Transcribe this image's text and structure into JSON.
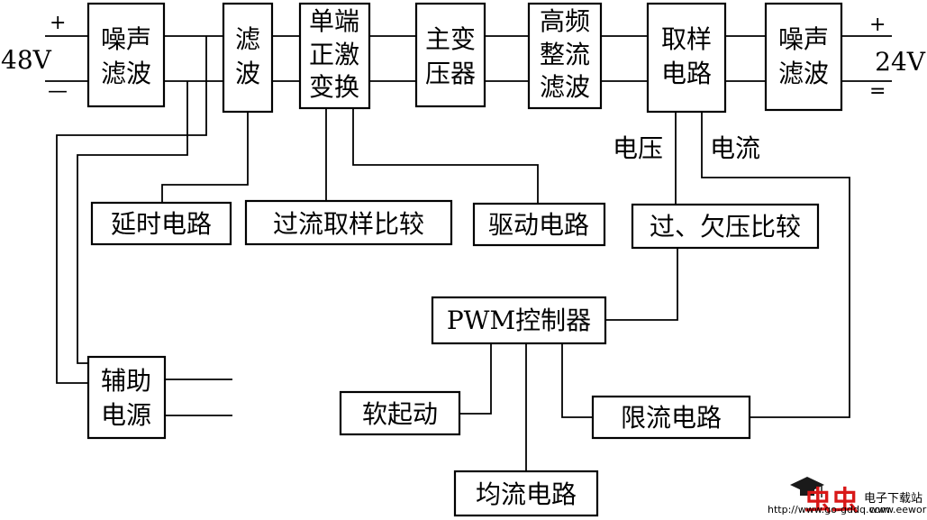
{
  "input": {
    "voltage": "48V",
    "plus": "+",
    "minus": "—"
  },
  "output": {
    "voltage": "24V",
    "plus": "+",
    "minus": "="
  },
  "blocks": {
    "noise_in": [
      "噪声",
      "滤波"
    ],
    "filter": [
      "滤",
      "波"
    ],
    "converter": [
      "单端",
      "正激",
      "变换"
    ],
    "transformer": [
      "主变",
      "压器"
    ],
    "rectifier": [
      "高频",
      "整流",
      "滤波"
    ],
    "sampling": [
      "取样",
      "电路"
    ],
    "noise_out": [
      "噪声",
      "滤波"
    ],
    "delay": "延时电路",
    "overcurrent": "过流取样比较",
    "drive": "驱动电路",
    "voltage_compare": "过、欠压比较",
    "pwm": "PWM控制器",
    "aux": [
      "辅助",
      "电源"
    ],
    "soft_start": "软起动",
    "current_limit": "限流电路",
    "current_share": "均流电路"
  },
  "labels": {
    "voltage": "电压",
    "current": "电流"
  },
  "watermark": {
    "logo": "虫虫",
    "site_name": "电子下载站",
    "urls": [
      "http://www.go-gddq.com",
      "www.eeworm.com"
    ]
  }
}
